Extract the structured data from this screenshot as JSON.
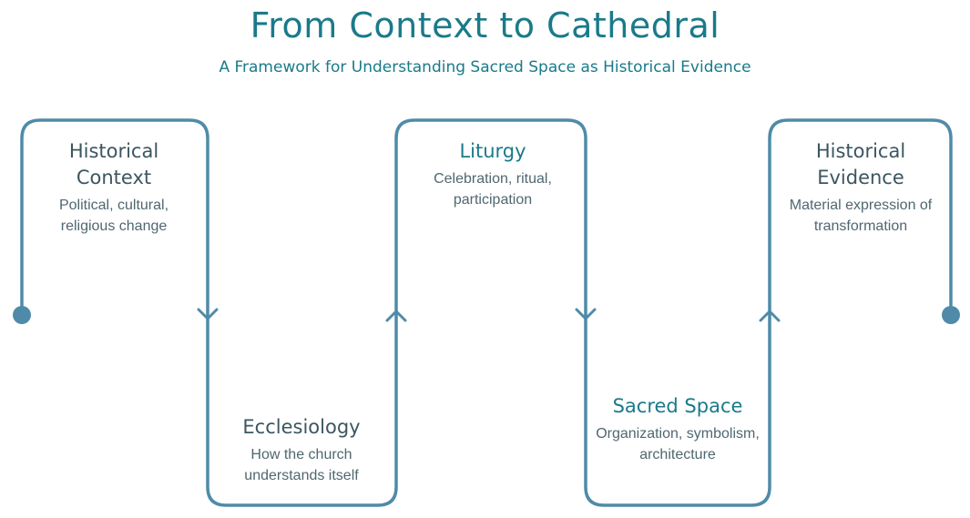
{
  "title": "From Context to Cathedral",
  "subtitle": "A Framework for Understanding Sacred Space as Historical Evidence",
  "colors": {
    "line": "#4f8ba8",
    "title": "#1a7a8a",
    "heading": "#3c5660",
    "accent_heading": "#1a7a8a",
    "body": "#4f6770"
  },
  "stages": [
    {
      "title": "Historical Context",
      "description": "Political, cultural, religious change"
    },
    {
      "title": "Ecclesiology",
      "description": "How the church understands itself"
    },
    {
      "title": "Liturgy",
      "description": "Celebration, ritual, participation"
    },
    {
      "title": "Sacred Space",
      "description": "Organization, symbolism, architecture"
    },
    {
      "title": "Historical Evidence",
      "description": "Material expression of transformation"
    }
  ]
}
